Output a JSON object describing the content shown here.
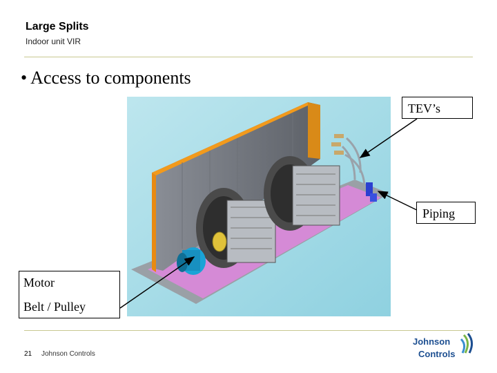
{
  "header": {
    "title": "Large Splits",
    "subtitle": "Indoor unit VIR"
  },
  "main": {
    "bullet": "• Access to components"
  },
  "callouts": {
    "tev": "TEV’s",
    "piping": "Piping",
    "motor": "Motor",
    "belt": "Belt / Pulley"
  },
  "footer": {
    "page_number": "21",
    "company": "Johnson Controls",
    "logo_line1": "Johnson",
    "logo_line2": "Controls"
  },
  "colors": {
    "rule": "#c8c890",
    "logo_blue": "#1d4f91",
    "logo_green": "#7ab648"
  }
}
